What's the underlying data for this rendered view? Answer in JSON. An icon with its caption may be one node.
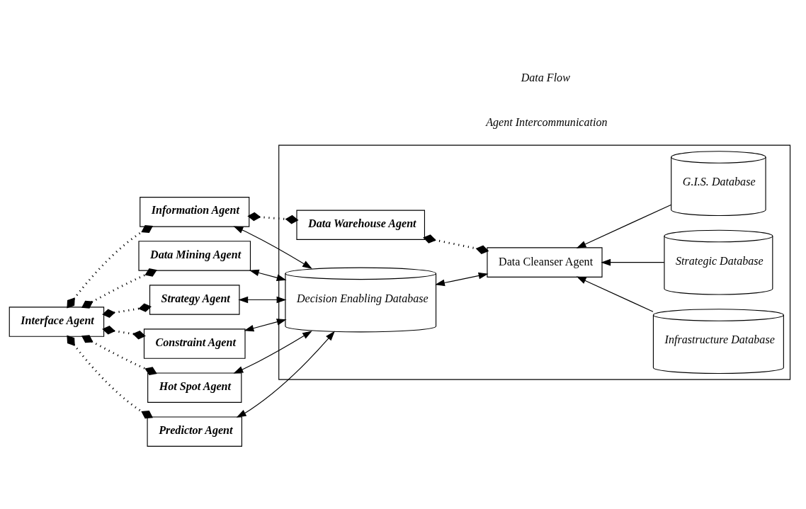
{
  "diagram": {
    "nodes": [
      {
        "text": [
          "Information Agent"
        ]
      },
      {
        "text": [],
        "shape": "box"
      },
      {
        "text": [
          "Data Warehouse Agent"
        ],
        "in": 1
      },
      {
        "text": [
          "Infrastructure Database"
        ],
        "in": 1
      },
      {
        "text": [
          "Interface Agent"
        ]
      },
      {
        "text": [
          "Data Mining Agent"
        ]
      },
      {
        "text": [
          "Strategy Agent"
        ]
      },
      {
        "text": [
          "Decision Enabling Database"
        ],
        "in": 1
      },
      {
        "text": [
          "Data Cleanser Agent"
        ],
        "in": 1
      },
      {
        "text": [
          "Strategic Database"
        ],
        "in": 1
      },
      {
        "text": [
          "Constraint Agent"
        ]
      },
      {
        "text": [
          "Hot Spot Agent"
        ]
      },
      {
        "text": [
          "G.I.S. Database"
        ],
        "in": 1
      },
      {
        "text": [
          "Predictor Agent"
        ]
      }
    ],
    "edges": [
      {
        "from": 0,
        "to": 7,
        "arrow": "both"
      },
      {
        "from": 5,
        "to": 7,
        "arrow": "both"
      },
      {
        "from": 6,
        "to": 7,
        "arrow": "both"
      },
      {
        "from": 10,
        "to": 7,
        "arrow": "both"
      },
      {
        "from": 11,
        "to": 7,
        "arrow": "both"
      },
      {
        "from": 13,
        "to": 7,
        "arrow": "both"
      },
      {
        "from": 7,
        "to": 8,
        "arrow": "both"
      },
      {
        "from": 3,
        "to": 8,
        "arrow": "to"
      },
      {
        "from": 9,
        "to": 8,
        "arrow": "to"
      },
      {
        "from": 12,
        "to": 8,
        "arrow": "to"
      },
      {
        "from": 4,
        "to": 0,
        "arrow": "other",
        "style": "dashed"
      },
      {
        "from": 4,
        "to": 5,
        "arrow": "other",
        "style": "dashed"
      },
      {
        "from": 4,
        "to": 6,
        "arrow": "other",
        "style": "dashed"
      },
      {
        "from": 4,
        "to": 10,
        "arrow": "other",
        "style": "dashed"
      },
      {
        "from": 4,
        "to": 11,
        "arrow": "other",
        "style": "dashed"
      },
      {
        "from": 4,
        "to": 13,
        "arrow": "other",
        "style": "dashed"
      },
      {
        "from": 0,
        "to": 2,
        "arrow": "other",
        "style": "dashed"
      },
      {
        "from": 2,
        "to": 8,
        "arrow": "other",
        "style": "dashed"
      }
    ],
    "legend": [
      {
        "text": "Data Flow"
      },
      {
        "text": "Agent Intercommunication"
      }
    ]
  }
}
